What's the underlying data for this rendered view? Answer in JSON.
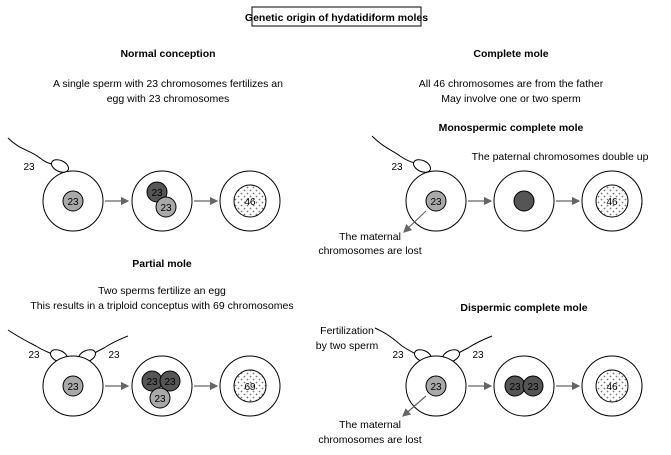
{
  "title": "Genetic origin of hydatidiform moles",
  "normal": {
    "heading": "Normal conception",
    "line1": "A single sperm with 23 chromosomes fertilizes an",
    "line2": "egg with 23 chromosomes",
    "n23": "23",
    "n46": "46"
  },
  "partial": {
    "heading": "Partial mole",
    "line1": "Two sperms fertilize an egg",
    "line2": "This results in a triploid conceptus with 69 chromosomes",
    "n23": "23",
    "n69": "69"
  },
  "complete": {
    "heading": "Complete mole",
    "line1": "All 46 chromosomes are from the father",
    "line2": "May involve one or two sperm",
    "n23": "23",
    "n46": "46"
  },
  "monospermic": {
    "heading": "Monospermic complete mole",
    "note": "The paternal chromosomes double up",
    "lost1": "The maternal",
    "lost2": "chromosomes are lost"
  },
  "dispermic": {
    "heading": "Dispermic complete mole",
    "fert1": "Fertilization",
    "fert2": "by two sperm",
    "lost1": "The maternal",
    "lost2": "chromosomes are lost"
  },
  "colors": {
    "maternal": "#a9a9a9",
    "paternal": "#555555",
    "arrow": "#666666"
  }
}
